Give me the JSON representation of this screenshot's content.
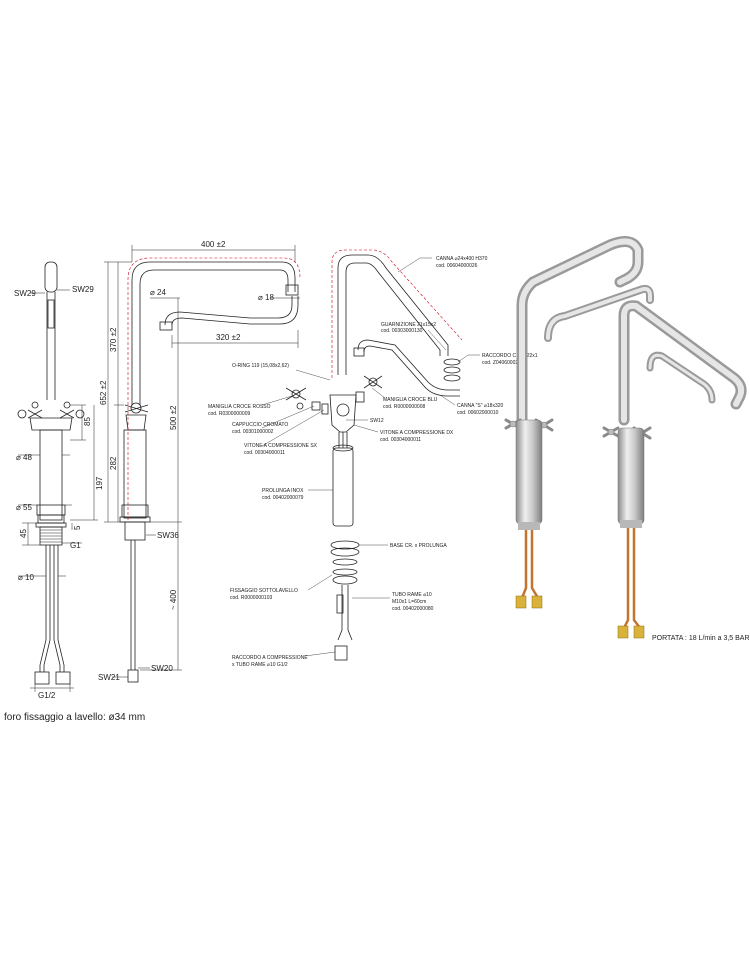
{
  "front_view": {
    "sw29_left": "SW29",
    "sw29_right": "SW29",
    "dim_85": "85",
    "dim_197": "197",
    "dim_48": "⌀ 48",
    "dim_55": "⌀ 55",
    "dim_45": "45",
    "dim_5": "5",
    "dim_g1": "G1",
    "dim_10": "⌀ 10",
    "dim_g12": "G1/2"
  },
  "side_view": {
    "dim_400_top": "400 ±2",
    "dim_24": "⌀ 24",
    "dim_18": "⌀ 18",
    "dim_320": "320 ±2",
    "dim_370": "370 ±2",
    "dim_652": "652 ±2",
    "dim_500": "500 ±2",
    "dim_282": "282",
    "dim_400_low": "~ 400",
    "sw36": "SW36",
    "sw21": "SW21",
    "sw20": "SW20"
  },
  "exploded": {
    "canna_name": "CANNA ⌀24x400 H370",
    "canna_code": "cod. 00604000026",
    "guarnizione_name": "GUARNIZIONE 21x15x2",
    "guarnizione_code": "cod. 00303000130",
    "raccordo_name": "RACCORDO CR. M22x1",
    "raccordo_code": "cod. Z0406000207",
    "oring_name": "O-RING 119 (15,08x2,62)",
    "maniglia_rosso_name": "MANIGLIA CROCE ROSSO",
    "maniglia_rosso_code": "cod. R0300000009",
    "cappuccio_name": "CAPPUCCIO CROMATO",
    "cappuccio_code": "cod. 00301000002",
    "vitone_sx_name": "VITONE A COMPRESSIONE SX",
    "vitone_sx_code": "cod. 00304000011",
    "maniglia_blu_name": "MANIGLIA CROCE BLU",
    "maniglia_blu_code": "cod. R0000000008",
    "canna_s_name": "CANNA \"S\" ⌀18x320",
    "canna_s_code": "cod. 00602000010",
    "vitone_dx_name": "VITONE A COMPRESSIONE DX",
    "vitone_dx_code": "cod. 00304000011",
    "sw12": "SW12",
    "prolunga_name": "PROLUNGA INOX",
    "prolunga_code": "cod. 00402000079",
    "base_name": "BASE CR. x PROLUNGA",
    "fissaggio_name": "FISSAGGIO SOTTOLAVELLO",
    "fissaggio_code": "cod. R0000000103",
    "tubo_name": "TUBO RAME ⌀10",
    "tubo_spec": "M10x1 L=60cm",
    "tubo_code": "cod. 00402000080",
    "raccordo_comp_name": "RACCORDO A COMPRESSIONE",
    "raccordo_comp_spec": "x TUBO RAME ⌀10  G1/2"
  },
  "render_view": {
    "portata": "PORTATA : 18 L/min a 3,5 BAR"
  },
  "footer_note": "foro fissaggio a lavello: ø34 mm",
  "colors": {
    "line": "#222222",
    "red_dim": "#d0021b",
    "chrome_light": "#e4e4e4",
    "chrome_dark": "#9a9a9a",
    "copper": "#c4742f",
    "brass": "#d9b23a"
  }
}
